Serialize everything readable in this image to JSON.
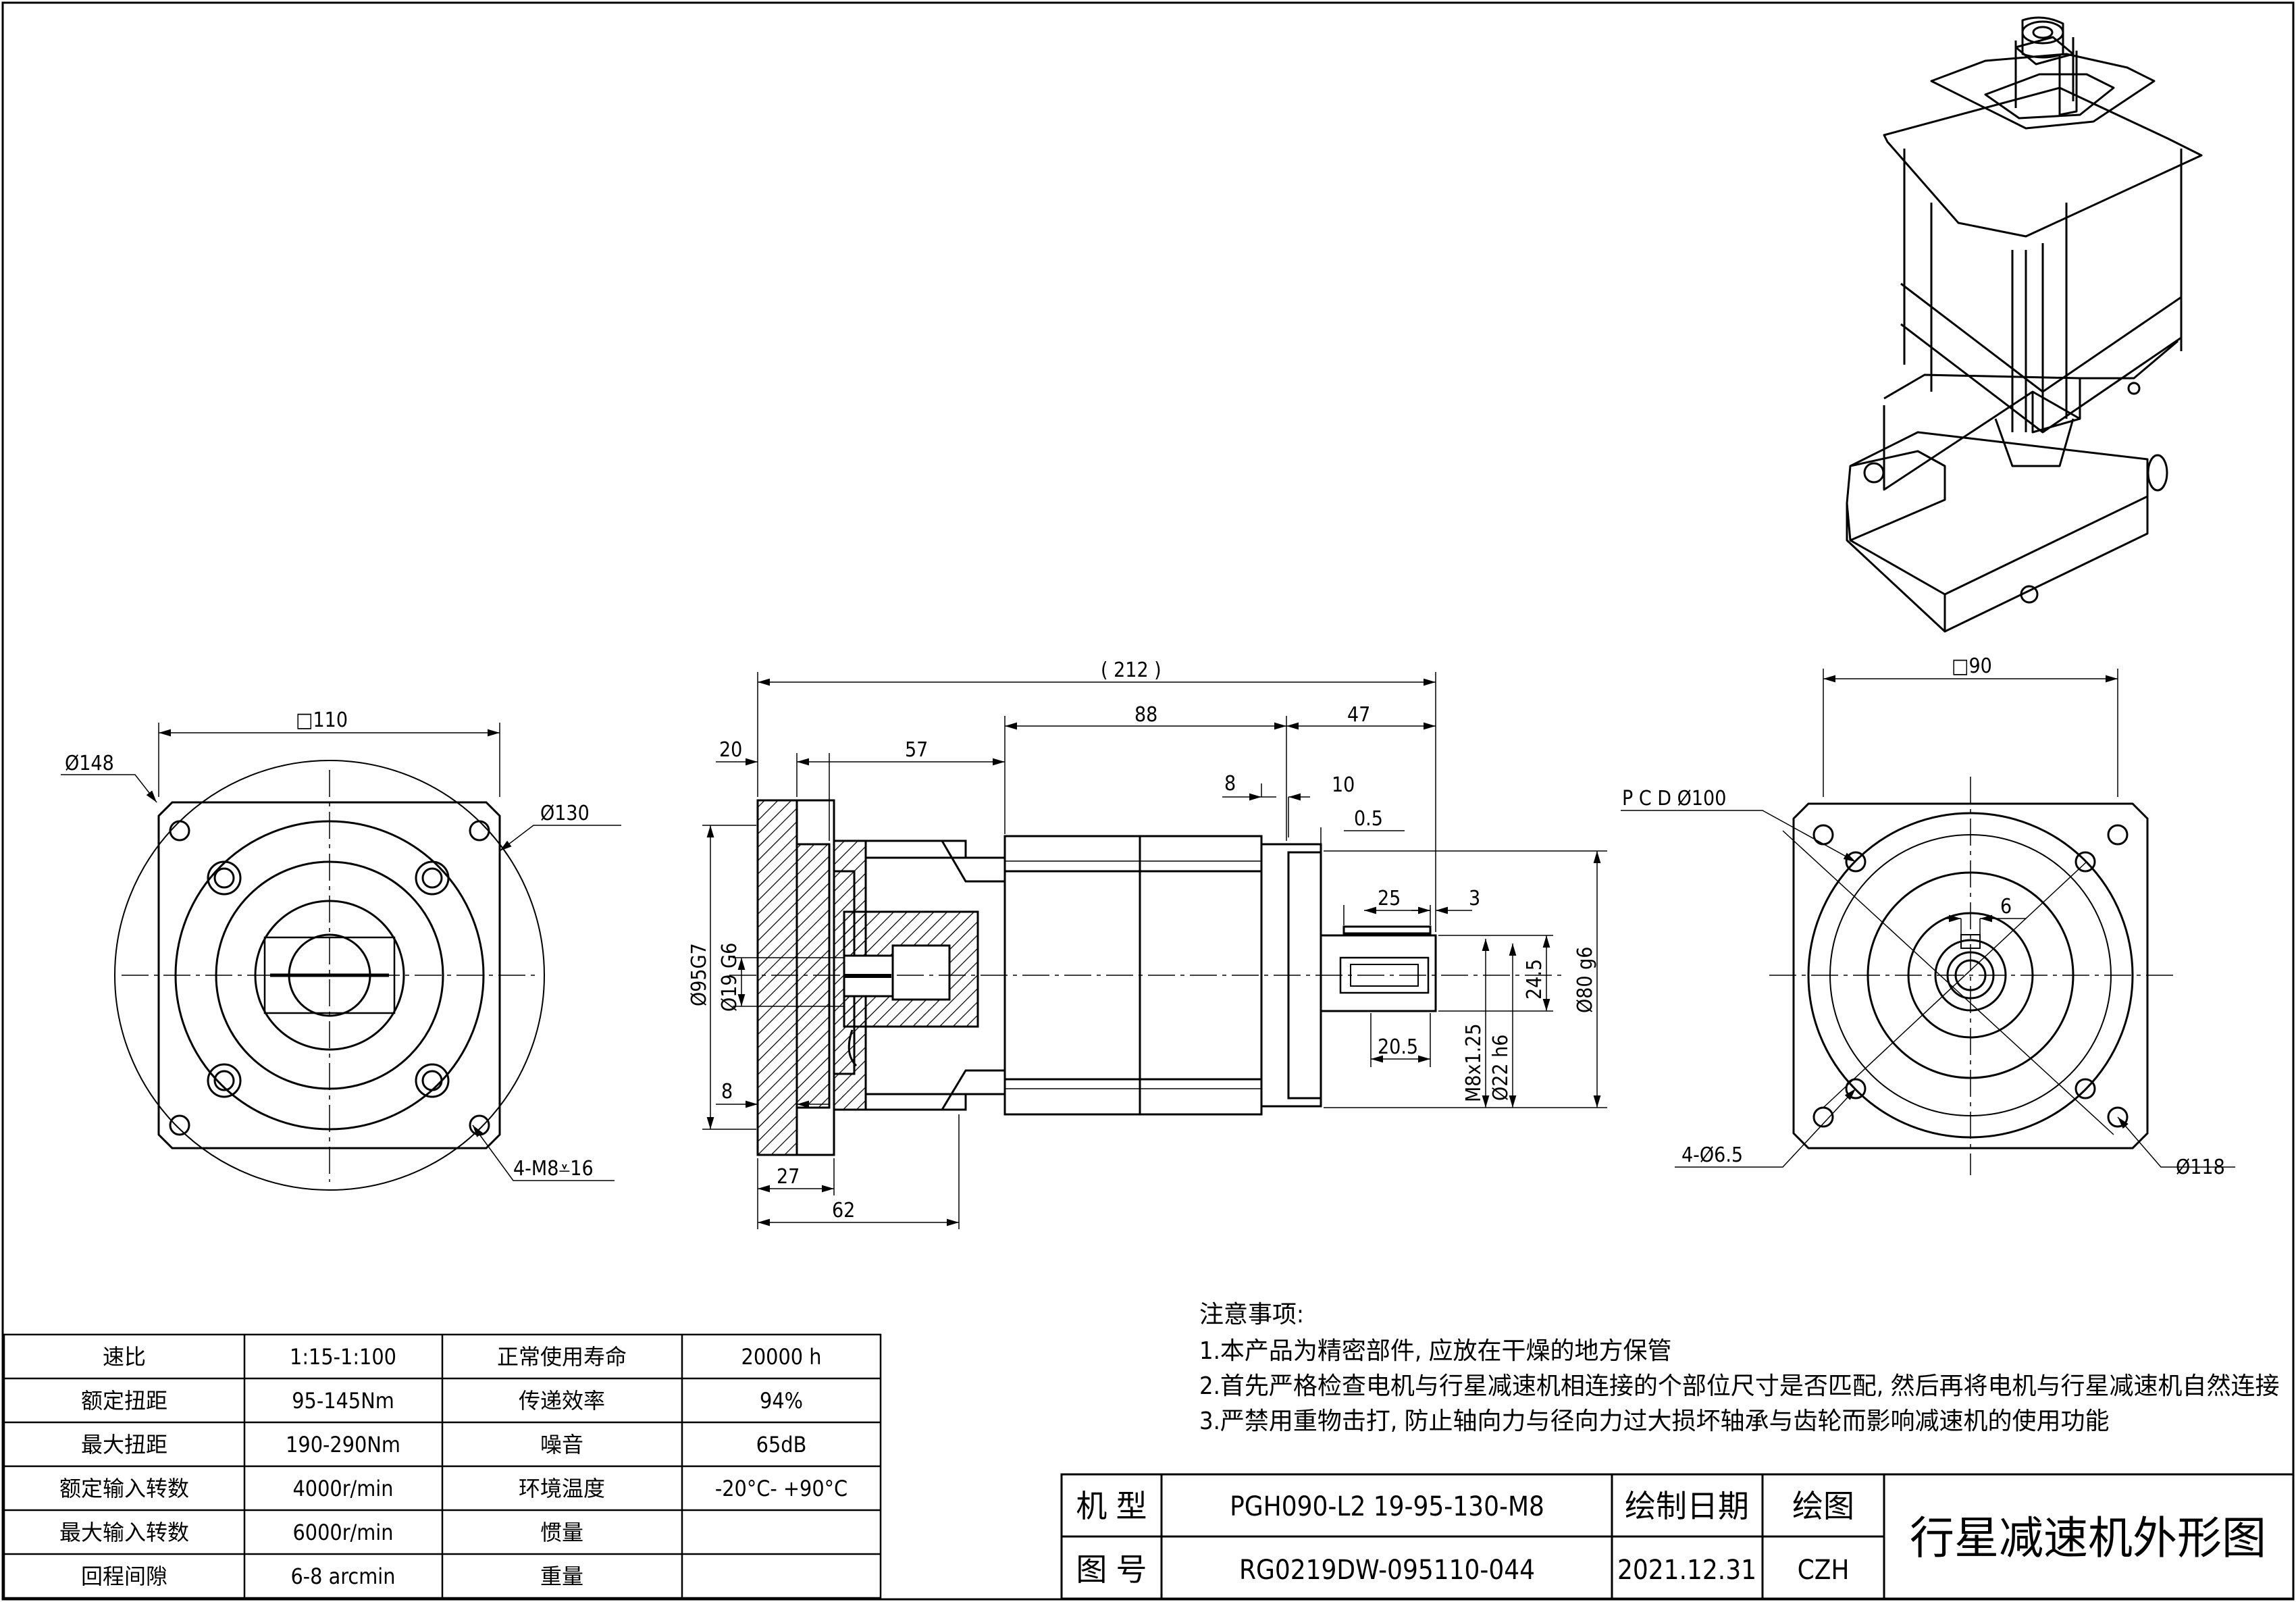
{
  "views": {
    "front": {
      "square": "□110",
      "pcd_outer": "Ø148",
      "flange": "Ø130",
      "tapped_holes": "4-M8⩡16"
    },
    "side": {
      "overall": "( 212 )",
      "d88": "88",
      "d47": "47",
      "d20": "20",
      "d57": "57",
      "d8a": "8",
      "d10": "10",
      "d05": "0.5",
      "d25": "25",
      "d3": "3",
      "d205": "20.5",
      "d245": "24.5",
      "d8b": "8",
      "d27": "27",
      "d62": "62",
      "dia95": "Ø95G7",
      "dia19": "Ø19 G6",
      "dia80": "Ø80 g6",
      "dia22": "Ø22 h6",
      "thread": "M8x1.25"
    },
    "output": {
      "square": "□90",
      "pcd": "P C D  Ø100",
      "key": "6",
      "holes": "4-Ø6.5",
      "dia118": "Ø118"
    }
  },
  "notes": {
    "title": "注意事项:",
    "items": [
      "1.本产品为精密部件, 应放在干燥的地方保管",
      "2.首先严格检查电机与行星减速机相连接的个部位尺寸是否匹配, 然后再将电机与行星减速机自然连接",
      "3.严禁用重物击打, 防止轴向力与径向力过大损坏轴承与齿轮而影响减速机的使用功能"
    ]
  },
  "spec_table": {
    "rows": [
      [
        "速比",
        "1:15-1:100",
        "正常使用寿命",
        "20000 h"
      ],
      [
        "额定扭距",
        "95-145Nm",
        "传递效率",
        "94%"
      ],
      [
        "最大扭距",
        "190-290Nm",
        "噪音",
        "65dB"
      ],
      [
        "额定输入转数",
        "4000r/min",
        "环境温度",
        "-20°C- +90°C"
      ],
      [
        "最大输入转数",
        "6000r/min",
        "惯量",
        ""
      ],
      [
        "回程间隙",
        "6-8 arcmin",
        "重量",
        ""
      ]
    ]
  },
  "title_block": {
    "model_label": "机 型",
    "model_value": "PGH090-L2 19-95-130-M8",
    "drawing_no_label": "图 号",
    "drawing_no_value": "RG0219DW-095110-044",
    "date_label": "绘制日期",
    "date_value": "2021.12.31",
    "drafter_label": "绘图",
    "drafter_value": "CZH",
    "drawing_title": "行星减速机外形图"
  }
}
